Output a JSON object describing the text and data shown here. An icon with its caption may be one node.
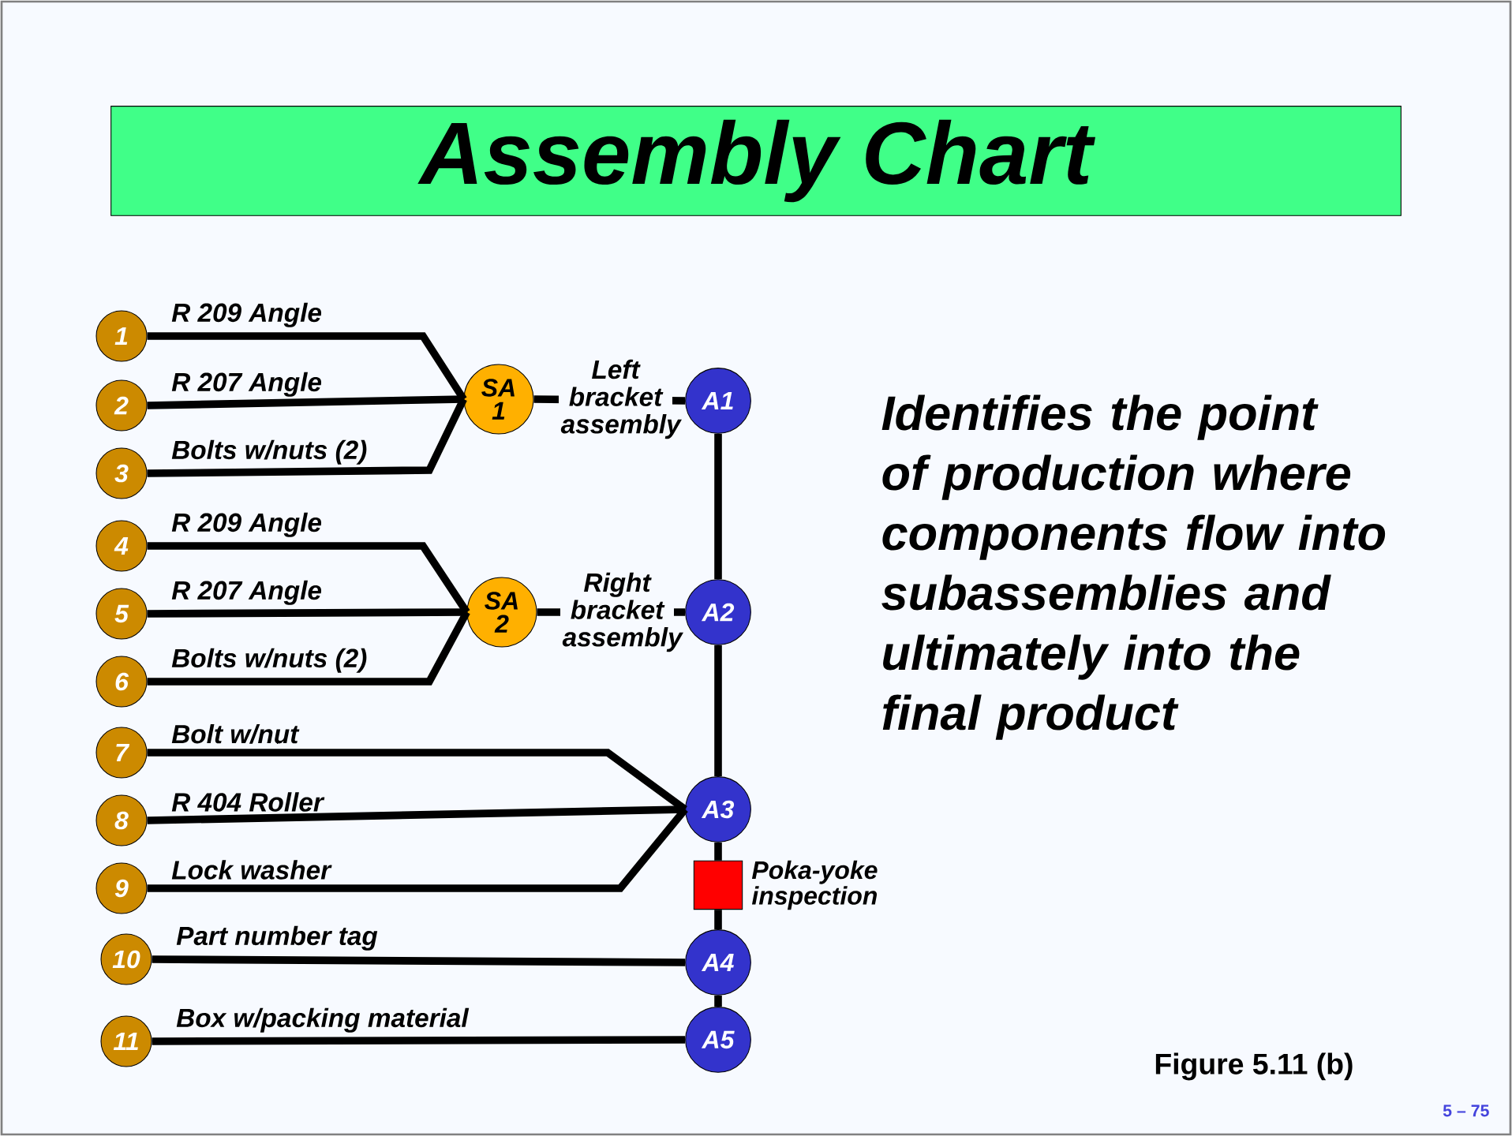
{
  "diagram": {
    "title": "Assembly Chart",
    "nodes": [
      {
        "text": [
          "1"
        ]
      },
      {
        "text": [
          "2"
        ]
      },
      {
        "text": [
          "3"
        ]
      },
      {
        "text": [
          "4"
        ]
      },
      {
        "text": [
          "5"
        ]
      },
      {
        "text": [
          "6"
        ]
      },
      {
        "text": [
          "7"
        ]
      },
      {
        "text": [
          "8"
        ]
      },
      {
        "text": [
          "9"
        ]
      },
      {
        "text": [
          "10"
        ]
      },
      {
        "text": [
          "11"
        ]
      },
      {
        "text": [
          "SA 1"
        ]
      },
      {
        "text": [
          "SA 2"
        ]
      },
      {
        "text": [
          "A1"
        ]
      },
      {
        "text": [
          "A2"
        ]
      },
      {
        "text": [
          "A3"
        ]
      },
      {
        "text": [
          "A4"
        ]
      },
      {
        "text": [
          "A5"
        ]
      },
      {
        "text": [],
        "shape": "box",
        "beside": [
          "Poka-yoke inspection"
        ]
      }
    ],
    "edges": [
      {
        "from": 0,
        "to": 11,
        "arrow": "none",
        "label": "R 209 Angle"
      },
      {
        "from": 1,
        "to": 11,
        "arrow": "none",
        "label": "R 207 Angle"
      },
      {
        "from": 2,
        "to": 11,
        "arrow": "none",
        "label": "Bolts w/nuts (2)"
      },
      {
        "from": 11,
        "to": 13,
        "arrow": "none",
        "label": "Left bracket assembly"
      },
      {
        "from": 3,
        "to": 12,
        "arrow": "none",
        "label": "R 209 Angle"
      },
      {
        "from": 4,
        "to": 12,
        "arrow": "none",
        "label": "R 207 Angle"
      },
      {
        "from": 5,
        "to": 12,
        "arrow": "none",
        "label": "Bolts w/nuts (2)"
      },
      {
        "from": 12,
        "to": 14,
        "arrow": "none",
        "label": "Right bracket assembly"
      },
      {
        "from": 13,
        "to": 14,
        "arrow": "none"
      },
      {
        "from": 14,
        "to": 15,
        "arrow": "none"
      },
      {
        "from": 6,
        "to": 15,
        "arrow": "none",
        "label": "Bolt w/nut"
      },
      {
        "from": 7,
        "to": 15,
        "arrow": "none",
        "label": "R 404 Roller"
      },
      {
        "from": 8,
        "to": 15,
        "arrow": "none",
        "label": "Lock washer"
      },
      {
        "from": 15,
        "to": 18,
        "arrow": "none"
      },
      {
        "from": 18,
        "to": 16,
        "arrow": "none"
      },
      {
        "from": 9,
        "to": 16,
        "arrow": "none",
        "label": "Part number tag"
      },
      {
        "from": 16,
        "to": 17,
        "arrow": "none"
      },
      {
        "from": 10,
        "to": 17,
        "arrow": "none",
        "label": "Box w/packing material"
      }
    ],
    "labels": [
      "Identifies the point of production where components flow into subassemblies and ultimately into the final product",
      "Figure 5.11 (b)",
      "5 – 75"
    ]
  }
}
